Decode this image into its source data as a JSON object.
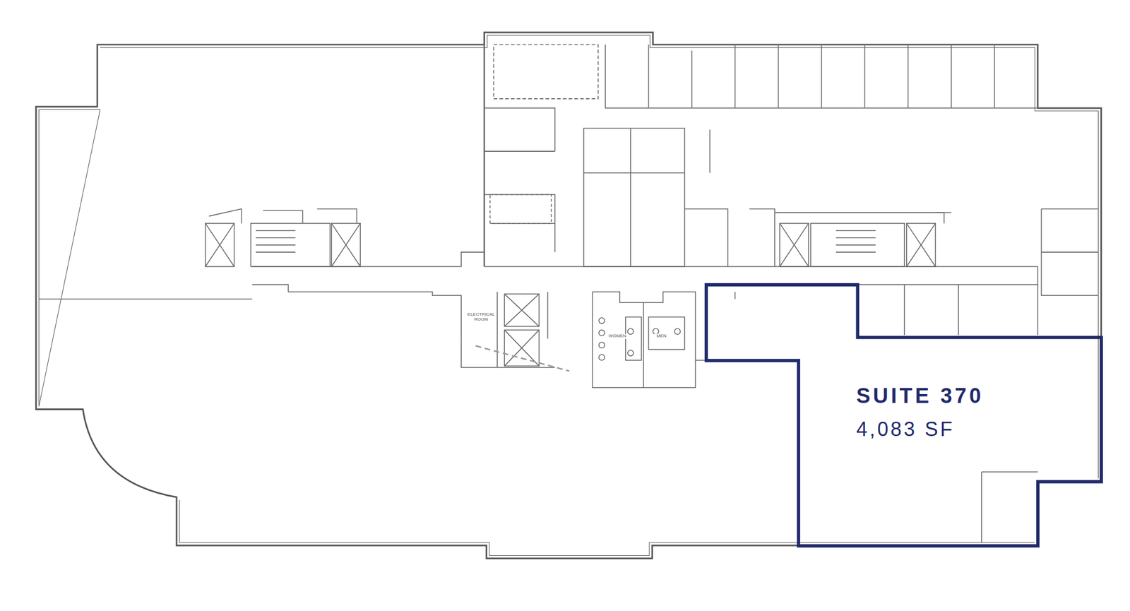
{
  "diagram": {
    "nodes": [
      {
        "text": [
          "SUITE 370",
          "4,083 SF"
        ]
      }
    ],
    "labels": [
      "ELECTRICAL ROOM",
      "WOMEN",
      "MEN"
    ]
  }
}
